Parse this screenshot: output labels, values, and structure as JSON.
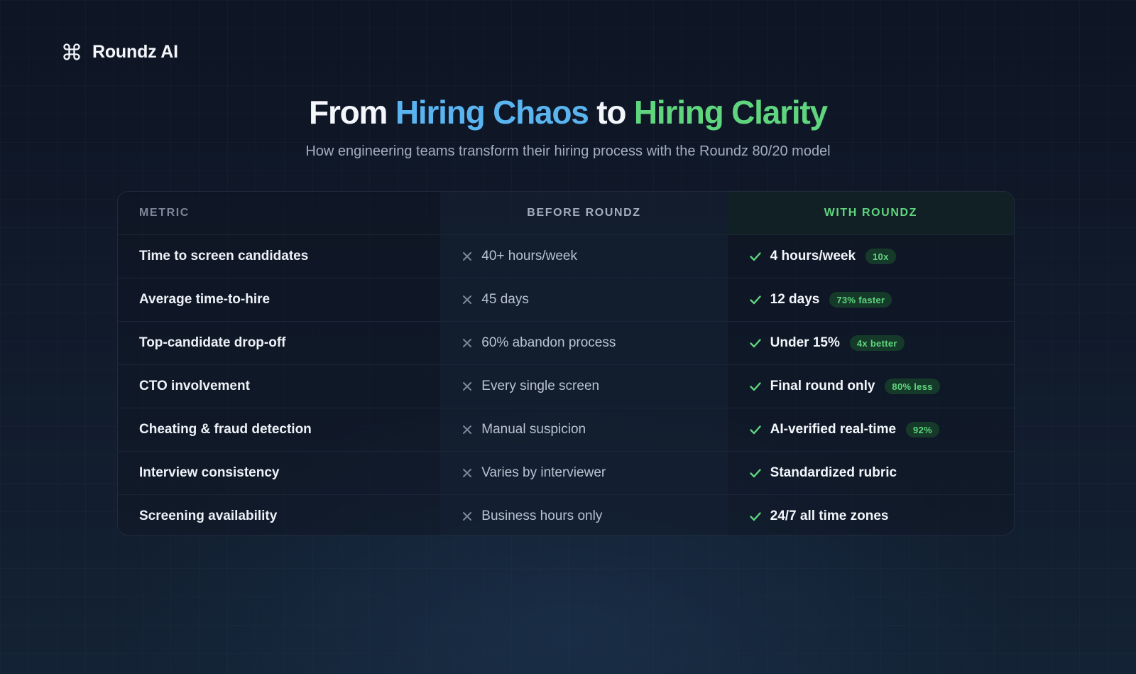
{
  "brand": {
    "name": "Roundz AI",
    "icon": "command-key-icon"
  },
  "hero": {
    "title_part1": "From",
    "title_part2": "Hiring Chaos",
    "title_part3": "to",
    "title_part4": "Hiring Clarity",
    "subtitle": "How engineering teams transform their hiring process with the Roundz 80/20 model"
  },
  "table": {
    "headers": {
      "metric": "METRIC",
      "before": "BEFORE ROUNDZ",
      "with": "WITH ROUNDZ"
    },
    "rows": [
      {
        "metric": "Time to screen candidates",
        "before": "40+ hours/week",
        "with": "4 hours/week",
        "badge": "10x"
      },
      {
        "metric": "Average time-to-hire",
        "before": "45 days",
        "with": "12 days",
        "badge": "73% faster"
      },
      {
        "metric": "Top-candidate drop-off",
        "before": "60% abandon process",
        "with": "Under 15%",
        "badge": "4x better"
      },
      {
        "metric": "CTO involvement",
        "before": "Every single screen",
        "with": "Final round only",
        "badge": "80% less"
      },
      {
        "metric": "Cheating & fraud detection",
        "before": "Manual suspicion",
        "with": "AI-verified real-time",
        "badge": "92%"
      },
      {
        "metric": "Interview consistency",
        "before": "Varies by interviewer",
        "with": "Standardized rubric",
        "badge": ""
      },
      {
        "metric": "Screening availability",
        "before": "Business hours only",
        "with": "24/7 all time zones",
        "badge": ""
      }
    ]
  },
  "colors": {
    "accent_blue": "#5ab4f0",
    "accent_green": "#5fd67e",
    "badge_bg": "#163a2a",
    "background": "#0f1828"
  }
}
